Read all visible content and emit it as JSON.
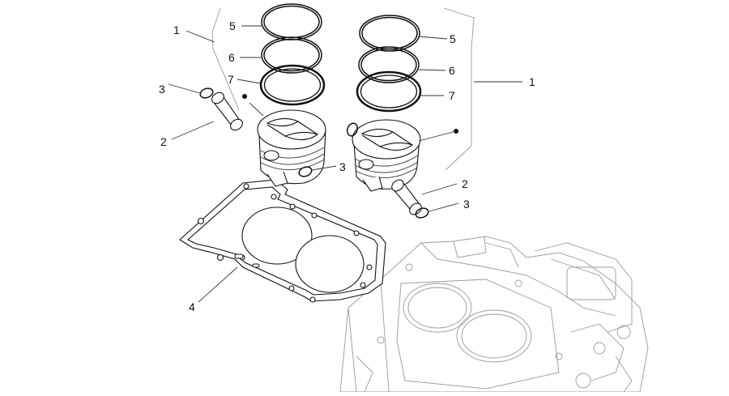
{
  "diagram": {
    "labels": {
      "left_1": "1",
      "left_2": "2",
      "left_3a": "3",
      "left_3b": "3",
      "left_4": "4",
      "left_5": "5",
      "left_6": "6",
      "left_7": "7",
      "right_1": "1",
      "right_2": "2",
      "right_3": "3",
      "right_5": "5",
      "right_6": "6",
      "right_7": "7"
    }
  }
}
